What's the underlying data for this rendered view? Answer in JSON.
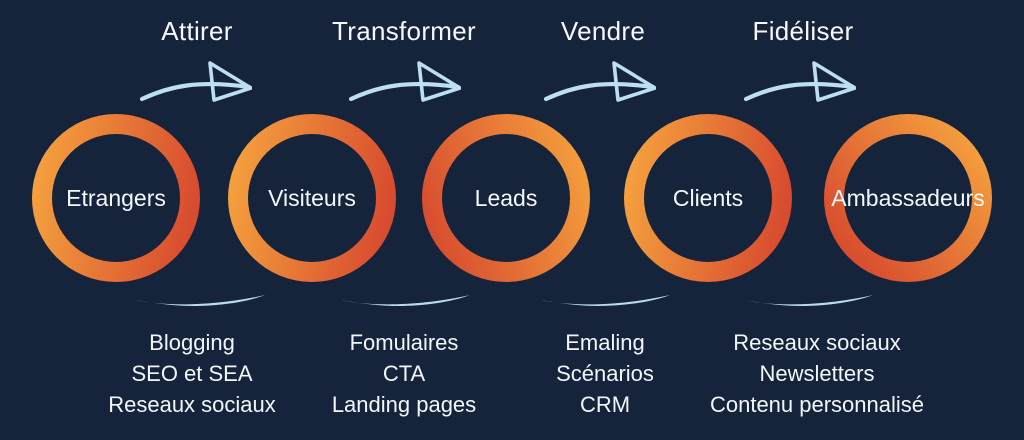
{
  "colors": {
    "background": "#16243B",
    "ring_orange": "#F5A23E",
    "ring_red": "#D6472E",
    "accent_blue": "#BCDFF2",
    "text": "#F2F6F8"
  },
  "stages": [
    {
      "label": "Etrangers"
    },
    {
      "label": "Visiteurs"
    },
    {
      "label": "Leads"
    },
    {
      "label": "Clients"
    },
    {
      "label": "Ambassadeurs"
    }
  ],
  "transitions": [
    {
      "label": "Attirer",
      "tools": [
        "Blogging",
        "SEO et SEA",
        "Reseaux sociaux"
      ]
    },
    {
      "label": "Transformer",
      "tools": [
        "Fomulaires",
        "CTA",
        "Landing pages"
      ]
    },
    {
      "label": "Vendre",
      "tools": [
        "Emaling",
        "Scénarios",
        "CRM"
      ]
    },
    {
      "label": "Fidéliser",
      "tools": [
        "Reseaux sociaux",
        "Newsletters",
        "Contenu personnalisé"
      ]
    }
  ]
}
